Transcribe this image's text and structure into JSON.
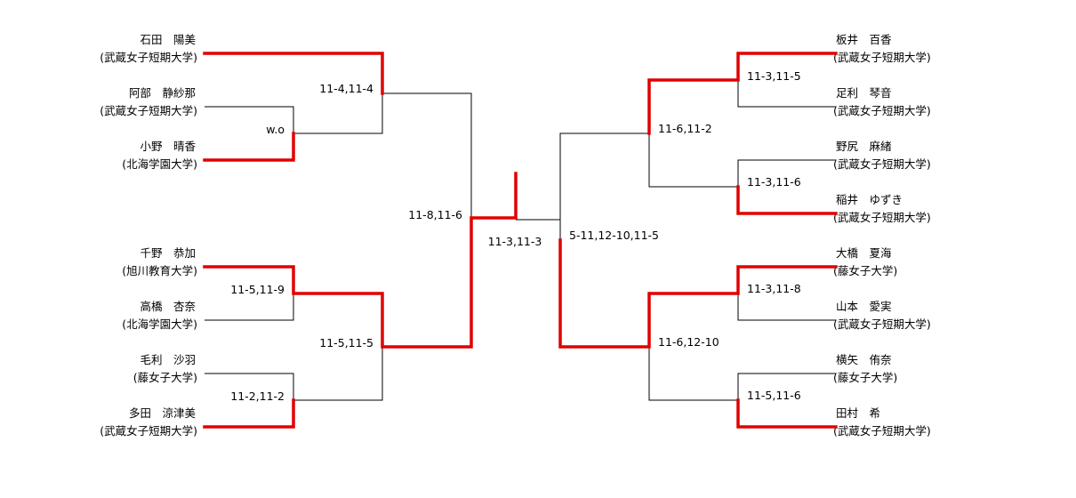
{
  "left_players": [
    {
      "name": "石田　陽美",
      "univ": "(武蔵女子短期大学)"
    },
    {
      "name": "阿部　静紗那",
      "univ": "(武蔵女子短期大学)"
    },
    {
      "name": "小野　晴香",
      "univ": "(北海学園大学)"
    },
    {
      "name": "千野　恭加",
      "univ": "(旭川教育大学)"
    },
    {
      "name": "高橋　杏奈",
      "univ": "(北海学園大学)"
    },
    {
      "name": "毛利　沙羽",
      "univ": "(藤女子大学)"
    },
    {
      "name": "多田　涼津美",
      "univ": "(武蔵女子短期大学)"
    }
  ],
  "right_players": [
    {
      "name": "板井　百香",
      "univ": "(武蔵女子短期大学)"
    },
    {
      "name": "足利　琴音",
      "univ": "(武蔵女子短期大学)"
    },
    {
      "name": "野尻　麻緒",
      "univ": "(武蔵女子短期大学)"
    },
    {
      "name": "稲井　ゆずき",
      "univ": "(武蔵女子短期大学)"
    },
    {
      "name": "大橋　夏海",
      "univ": "(藤女子大学)"
    },
    {
      "name": "山本　愛実",
      "univ": "(武蔵女子短期大学)"
    },
    {
      "name": "横矢　侑奈",
      "univ": "(藤女子大学)"
    },
    {
      "name": "田村　希",
      "univ": "(武蔵女子短期大学)"
    }
  ],
  "scores": {
    "l_r1_abe_ono": "w.o",
    "l_r2_top": "11-4,11-4",
    "l_r1_chino_takahashi": "11-5,11-9",
    "l_r1_mori_tada": "11-2,11-2",
    "l_r2_bottom": "11-5,11-5",
    "l_semi": "11-8,11-6",
    "r_r1_itai_ashikaga": "11-3,11-5",
    "r_r1_nojiri_inai": "11-3,11-6",
    "r_r2_top": "11-6,11-2",
    "r_r1_ohashi_yamamoto": "11-3,11-8",
    "r_r1_yokoya_tamura": "11-5,11-6",
    "r_r2_bottom": "11-6,12-10",
    "r_semi": "5-11,12-10,11-5",
    "final": "11-3,11-3"
  },
  "colors": {
    "winner_line": "#e00000",
    "line": "#000000"
  }
}
